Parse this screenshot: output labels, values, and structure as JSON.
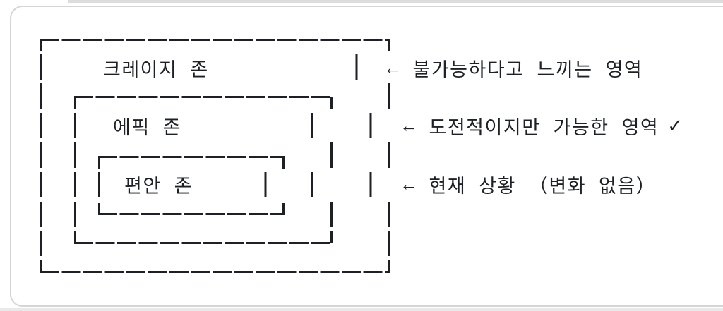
{
  "diagram": {
    "zones": [
      {
        "label": "크레이지 존"
      },
      {
        "label": "에픽 존"
      },
      {
        "label": "편안 존"
      }
    ],
    "annotations": [
      {
        "arrow": "←",
        "text": "불가능하다고 느끼는 영역",
        "check": ""
      },
      {
        "arrow": "←",
        "text": "도전적이지만 가능한 영역",
        "check": "✓"
      },
      {
        "arrow": "←",
        "text": "현재 상황 （변화 없음）",
        "check": ""
      }
    ],
    "colors": {
      "ink": "#1d2125",
      "card_border": "#d5d5d5",
      "card_background": "#ffffff",
      "outside_background": "#e9e9e8",
      "top_strip": "#dcdcdc"
    }
  }
}
